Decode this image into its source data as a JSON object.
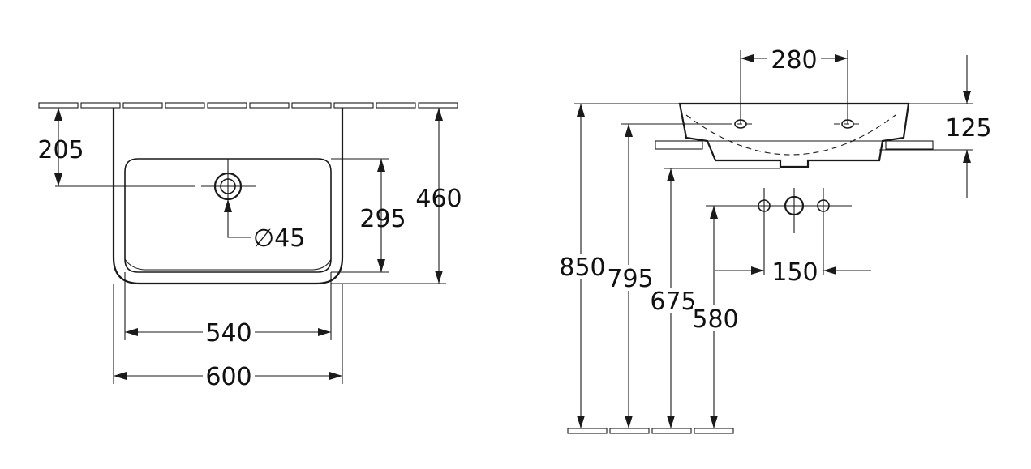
{
  "colors": {
    "line": "#1a1a1a",
    "text": "#111111",
    "background": "#ffffff"
  },
  "front_view": {
    "height_to_drain": "205",
    "drain_diameter": "∅45",
    "bowl_depth": "295",
    "total_depth": "460",
    "inner_width": "540",
    "outer_width": "600"
  },
  "side_view": {
    "tap_hole_spacing": "280",
    "rim_height": "125",
    "rim_height_from_floor": "850",
    "tap_height_from_floor": "795",
    "underside_height_from_floor": "675",
    "waste_height_from_floor": "580",
    "waste_fixing_spacing": "150"
  }
}
